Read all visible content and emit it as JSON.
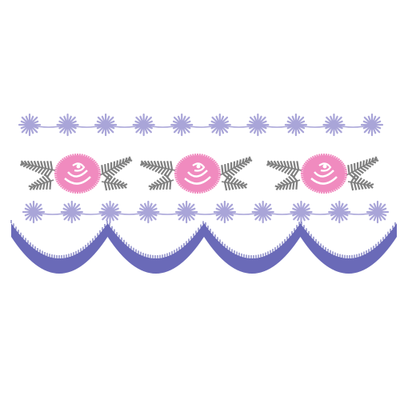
{
  "design": {
    "top_daisy_border": {
      "color": "#a9a5d8",
      "icon": "daisy-flower-icon",
      "flower_count": 10
    },
    "rose_border": {
      "rose_color": "#f08bbf",
      "rose_highlight": "#ffffff",
      "leaf_color": "#7f7f7f",
      "icon": "rose-icon",
      "rose_count": 3
    },
    "bottom_daisy_border": {
      "color": "#a9a5d8",
      "icon": "daisy-flower-icon",
      "flower_count": 10
    },
    "scallop_border": {
      "color": "#6a6ab8",
      "scallop_count": 4
    }
  }
}
